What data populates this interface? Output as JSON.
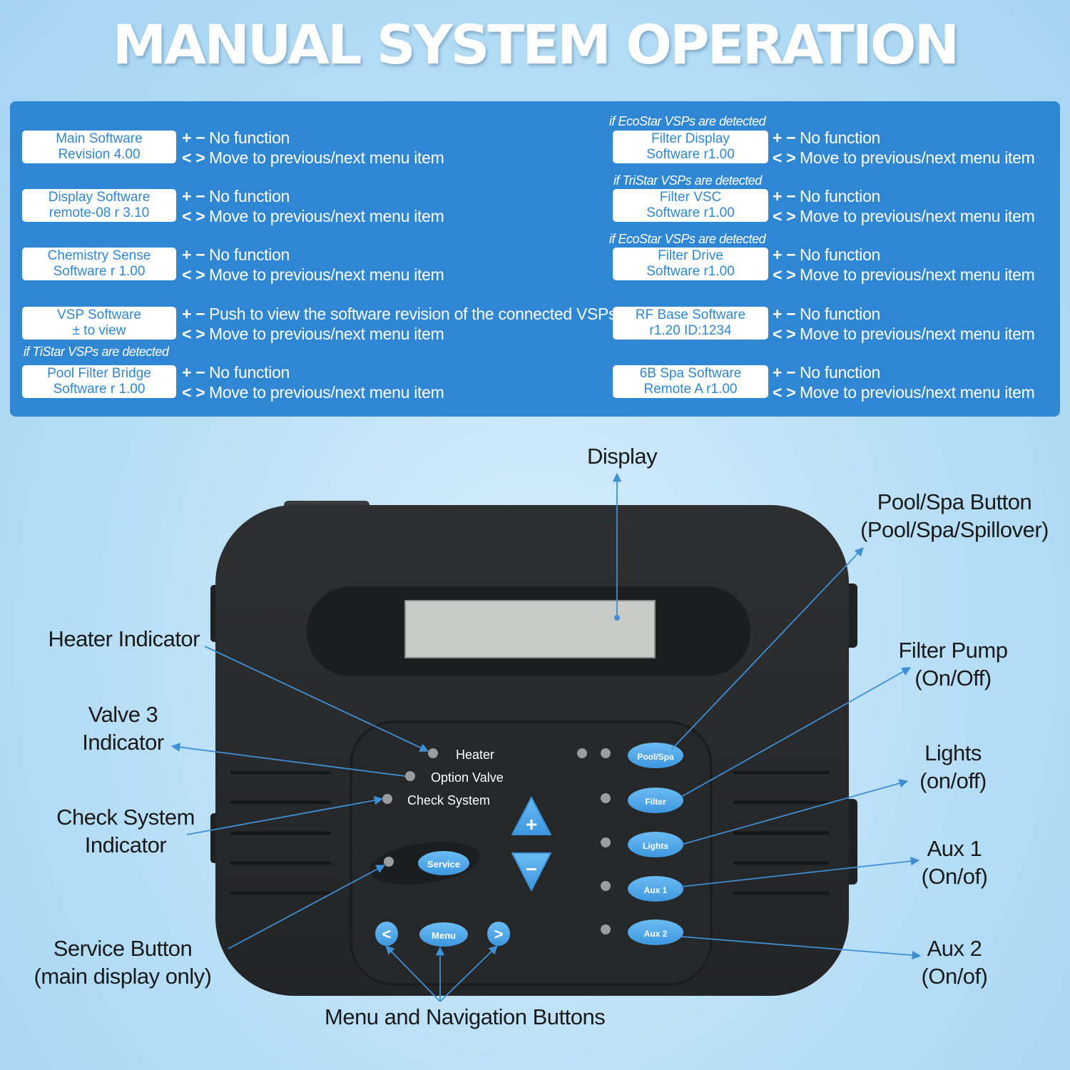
{
  "title": "MANUAL SYSTEM OPERATION",
  "symbols": {
    "plus_minus": "+ −",
    "arrows": "< >"
  },
  "menu_left": [
    {
      "box": [
        "Main Software",
        "Revision 4.00"
      ],
      "pm": "No function",
      "arrows": "Move to previous/next menu item"
    },
    {
      "box": [
        "Display Software",
        "remote-08 r 3.10"
      ],
      "pm": "No function",
      "arrows": "Move to previous/next menu item"
    },
    {
      "box": [
        "Chemistry Sense",
        "Software r 1.00"
      ],
      "pm": "No function",
      "arrows": "Move to previous/next menu item"
    },
    {
      "box": [
        "VSP Software",
        "± to view"
      ],
      "pm": "Push to view the software revision of the connected VSPs",
      "arrows": "Move to previous/next menu item"
    },
    {
      "note": "if TiStar VSPs are detected",
      "box": [
        "Pool Filter Bridge",
        "Software r 1.00"
      ],
      "pm": "No function",
      "arrows": "Move to previous/next menu item"
    }
  ],
  "menu_right": [
    {
      "note": "if EcoStar VSPs are detected",
      "box": [
        "Filter Display",
        "Software r1.00"
      ],
      "pm": "No function",
      "arrows": "Move to previous/next menu item"
    },
    {
      "note": "if TriStar VSPs are detected",
      "box": [
        "Filter VSC",
        "Software r1.00"
      ],
      "pm": "No function",
      "arrows": "Move to previous/next menu item"
    },
    {
      "note": "if EcoStar VSPs are detected",
      "box": [
        "Filter Drive",
        "Software r1.00"
      ],
      "pm": "No function",
      "arrows": "Move to previous/next menu item"
    },
    {
      "box": [
        "RF Base Software",
        "r1.20 ID:1234"
      ],
      "pm": "No function",
      "arrows": "Move to previous/next menu item"
    },
    {
      "box": [
        "6B Spa Software",
        "Remote A r1.00"
      ],
      "pm": "No function",
      "arrows": "Move to previous/next menu item"
    }
  ],
  "device": {
    "indicators": {
      "heater": "Heater",
      "option_valve": "Option Valve",
      "check_system": "Check System"
    },
    "buttons": {
      "service": "Service",
      "menu": "Menu",
      "prev": "<",
      "next": ">",
      "plus": "+",
      "minus": "−",
      "pool_spa": "Pool/Spa",
      "filter": "Filter",
      "lights": "Lights",
      "aux1": "Aux 1",
      "aux2": "Aux 2"
    }
  },
  "callouts": {
    "display": "Display",
    "pool_spa": [
      "Pool/Spa Button",
      "(Pool/Spa/Spillover)"
    ],
    "filter_pump": [
      "Filter Pump",
      "(On/Off)"
    ],
    "lights": [
      "Lights",
      "(on/off)"
    ],
    "aux1": [
      "Aux 1",
      "(On/of)"
    ],
    "aux2": [
      "Aux 2",
      "(On/of)"
    ],
    "heater": [
      "Heater Indicator"
    ],
    "valve3": [
      "Valve 3",
      "Indicator"
    ],
    "check_system": [
      "Check System",
      "Indicator"
    ],
    "service": [
      "Service Button",
      "(main display only)"
    ],
    "menu_nav": "Menu and Navigation Buttons"
  },
  "colors": {
    "accent_blue": "#2f86d3",
    "button_blue": "#4aa6e8",
    "device_body": "#2a2b2d",
    "lcd": "#c9cbc9",
    "arrow_line": "#3e8fd4"
  }
}
